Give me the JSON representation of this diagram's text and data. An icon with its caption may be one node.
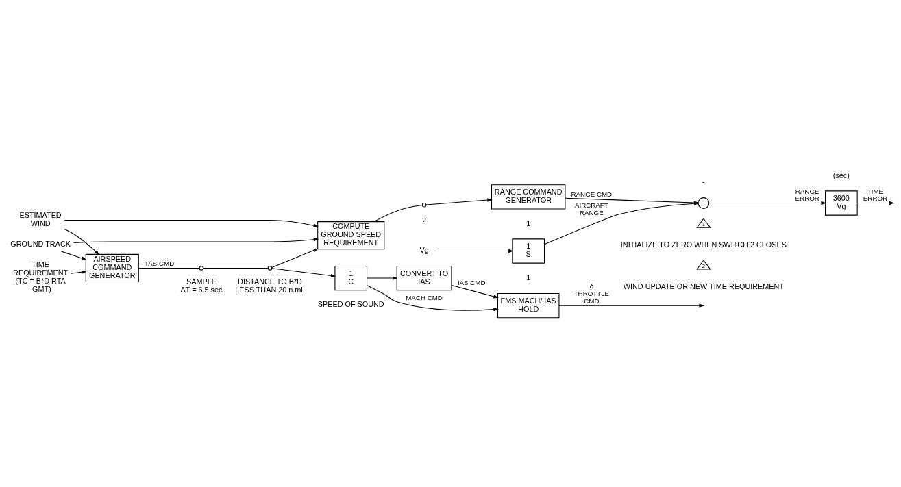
{
  "diagram": {
    "nodes": [
      {
        "text": [
          "GROUND TRACK"
        ]
      },
      {
        "text": [
          "ESTIMATED WIND"
        ]
      },
      {
        "text": [
          "TIME REQUIREMENT",
          "(TC = B*D RTA -GMT)"
        ]
      },
      {
        "text": [
          "AIRSPEED COMMAND GENERATOR"
        ]
      },
      {
        "text": [],
        "shape": "switch",
        "beside": [
          "SAMPLE",
          "ΔT = 6.5 sec"
        ]
      },
      {
        "text": [],
        "shape": "switch",
        "beside": [
          "DISTANCE TO B*D",
          "LESS THAN 20 n.mi."
        ]
      },
      {
        "text": [
          "1",
          "C"
        ],
        "beside": [
          "SPEED OF SOUND"
        ]
      },
      {
        "text": [
          "CONVERT TO IAS"
        ]
      },
      {
        "text": [
          "FMS MACH/ IAS HOLD"
        ]
      },
      {
        "text": [
          "COMPUTE GROUND SPEED REQUIREMENT"
        ]
      },
      {
        "text": [],
        "shape": "switch",
        "beside": [
          "2"
        ]
      },
      {
        "text": [
          "RANGE COMMAND GENERATOR"
        ],
        "beside": [
          "1"
        ]
      },
      {
        "text": [],
        "shape": "circle"
      },
      {
        "text": [
          "3600",
          "Vg"
        ]
      },
      {
        "text": [
          "Vg"
        ]
      },
      {
        "text": [
          "1",
          "S"
        ],
        "beside": [
          "1"
        ]
      }
    ],
    "edges": [
      {
        "from": 0,
        "to": 3,
        "arrow": "to"
      },
      {
        "from": 1,
        "to": 3,
        "arrow": "to"
      },
      {
        "from": 2,
        "to": 3,
        "arrow": "to"
      },
      {
        "from": 3,
        "to": 4,
        "arrow": "none",
        "label": "TAS CMD"
      },
      {
        "from": 4,
        "to": 5,
        "arrow": "none"
      },
      {
        "from": 5,
        "to": 6,
        "arrow": "to"
      },
      {
        "from": 6,
        "to": 8,
        "arrow": "to",
        "label": "MACH CMD"
      },
      {
        "from": 6,
        "to": 7,
        "arrow": "to"
      },
      {
        "from": 7,
        "to": 8,
        "arrow": "to",
        "label": "IAS CMD"
      },
      {
        "from": 8,
        "to": null,
        "arrow": "to",
        "label": "δ THROTTLE CMD"
      },
      {
        "from": 5,
        "to": 9,
        "arrow": "to"
      },
      {
        "from": 0,
        "to": 9,
        "arrow": "to"
      },
      {
        "from": 1,
        "to": 9,
        "arrow": "to"
      },
      {
        "from": 9,
        "to": 10,
        "arrow": "none"
      },
      {
        "from": 10,
        "to": 11,
        "arrow": "to"
      },
      {
        "from": 11,
        "to": 12,
        "arrow": "to",
        "label": "RANGE CMD"
      },
      {
        "from": 12,
        "to": 13,
        "arrow": "to",
        "label": "RANGE ERROR"
      },
      {
        "from": 13,
        "to": null,
        "arrow": "to",
        "label": "TIME ERROR"
      },
      {
        "from": 14,
        "to": 15,
        "arrow": "to"
      },
      {
        "from": 15,
        "to": 12,
        "arrow": "to",
        "label": "AIRCRAFT RANGE"
      }
    ],
    "labels": [
      "-",
      "(sec)",
      "1",
      "2"
    ],
    "legend": [
      {
        "text": "INITIALIZE TO ZERO WHEN SWITCH 2 CLOSES"
      },
      {
        "text": "WIND UPDATE OR NEW TIME REQUIREMENT"
      }
    ]
  }
}
